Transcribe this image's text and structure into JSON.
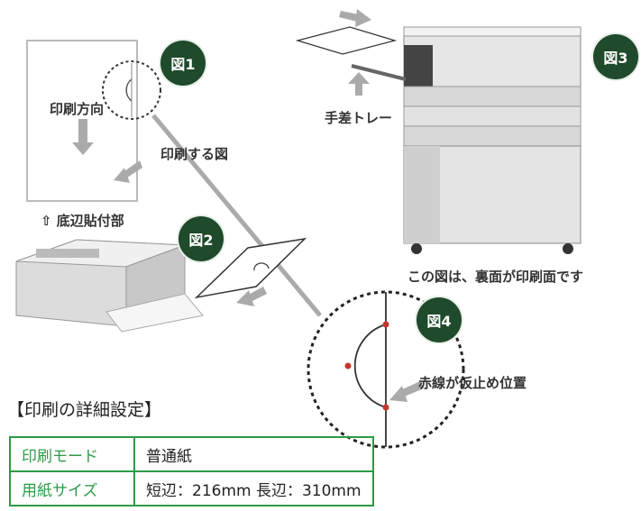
{
  "labels": {
    "print_direction": "印刷方向",
    "print_figure": "印刷する図",
    "bottom_edge": "⇧ 底辺貼付部",
    "manual_tray": "手差トレー",
    "back_side_note": "この図は、裏面が印刷面です",
    "red_line_note": "赤線が仮止め位置"
  },
  "badges": {
    "fig1": "図1",
    "fig2": "図2",
    "fig3": "図3",
    "fig4": "図4"
  },
  "settings": {
    "heading": "【印刷の詳細設定】",
    "rows": [
      {
        "key": "印刷モード",
        "value": "普通紙"
      },
      {
        "key": "用紙サイズ",
        "value": "短辺：216mm  長辺：310mm"
      }
    ]
  },
  "colors": {
    "badge": "#1f4a2b",
    "table_border": "#2e9a46",
    "marker": "#c0392b"
  }
}
